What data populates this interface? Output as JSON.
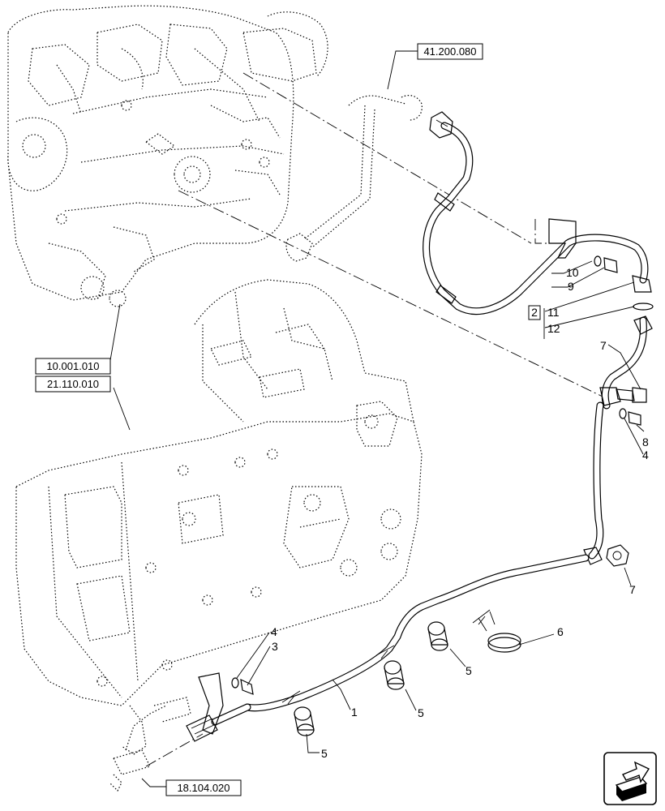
{
  "references": {
    "r41": "41.200.080",
    "r10": "10.001.010",
    "r21": "21.110.010",
    "r18": "18.104.020"
  },
  "callouts": {
    "c1": "1",
    "c2": "2",
    "c3": "3",
    "c4a": "4",
    "c4b": "4",
    "c5a": "5",
    "c5b": "5",
    "c5c": "5",
    "c6": "6",
    "c7a": "7",
    "c7b": "7",
    "c8": "8",
    "c9": "9",
    "c10": "10",
    "c11": "11",
    "c12": "12"
  },
  "icons": {
    "navigation": "next-page-arrow-icon"
  }
}
